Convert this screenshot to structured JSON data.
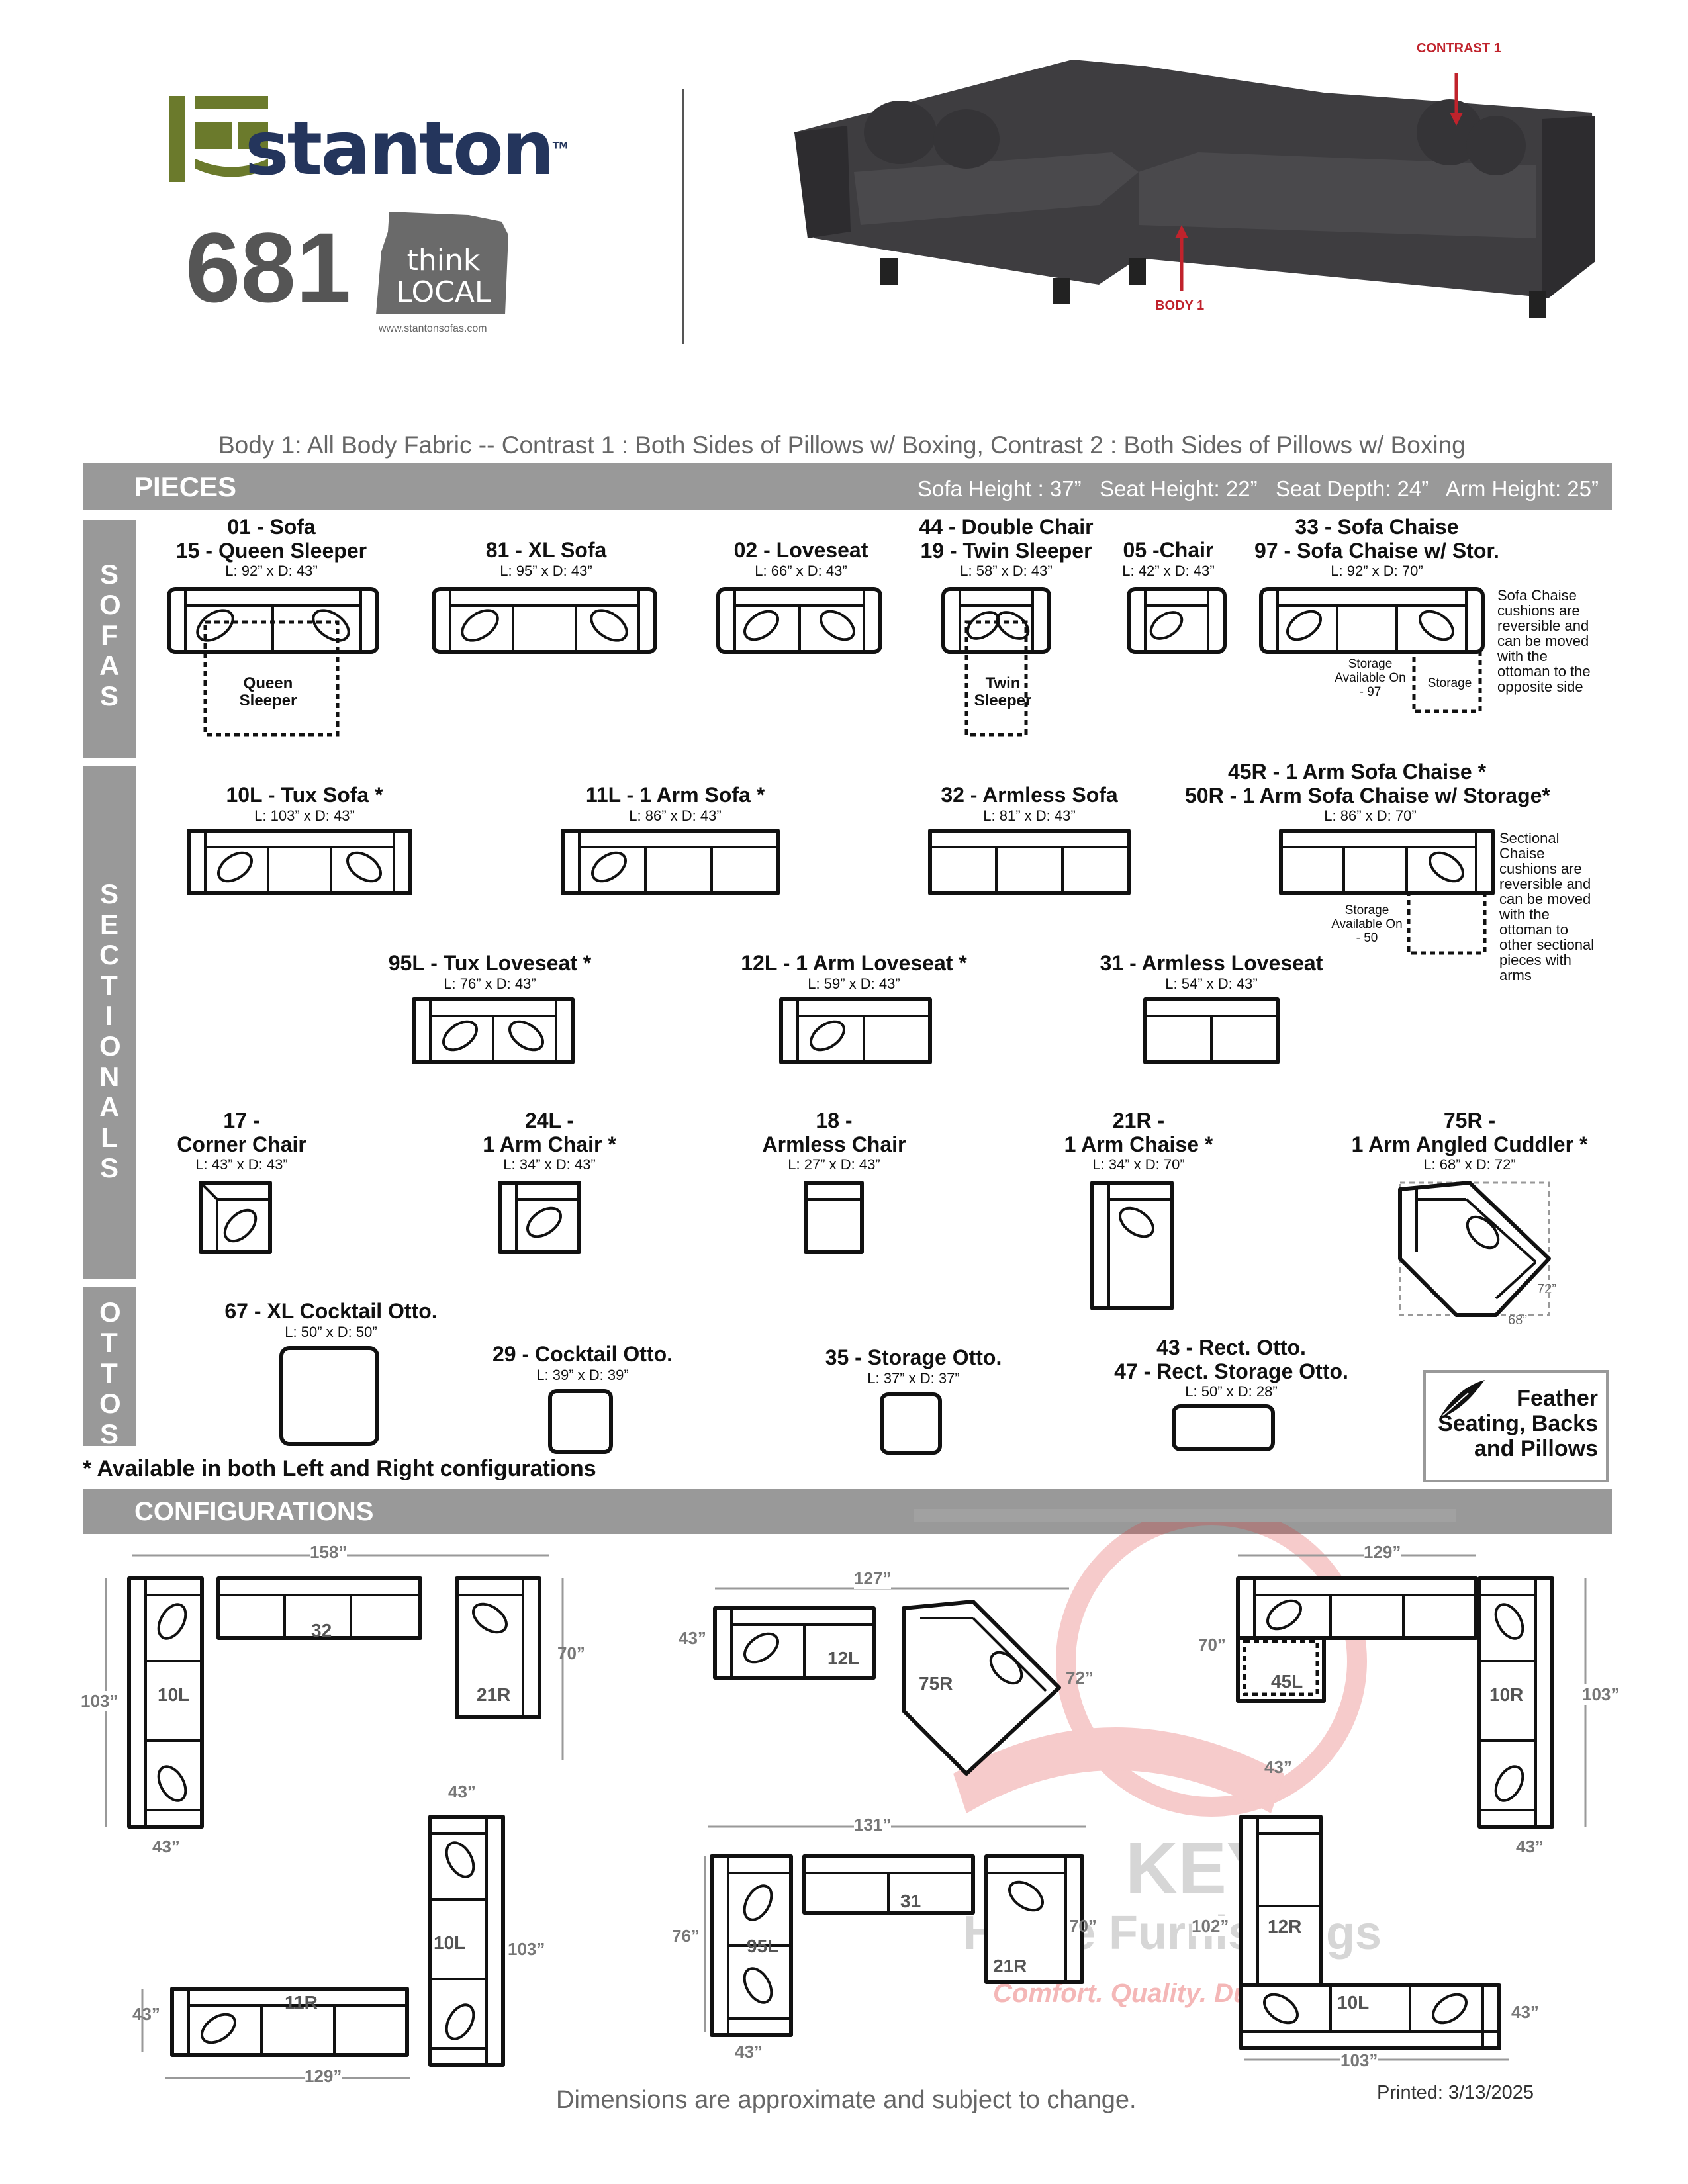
{
  "brand": {
    "name": "stanton",
    "tm": "TM",
    "model": "681",
    "think": "think",
    "local": "LOCAL",
    "website": "www.stantonsofas.com"
  },
  "photo": {
    "contrast_label": "CONTRAST 1",
    "body_label": "BODY 1"
  },
  "fabric_caption": "Body 1: All Body Fabric -- Contrast 1 : Both Sides of Pillows w/ Boxing, Contrast 2 : Both Sides of Pillows w/ Boxing",
  "pieces_band": {
    "title": "PIECES",
    "specs": "Sofa Height : 37”   Seat Height: 22”   Seat Depth: 24”   Arm Height: 25”"
  },
  "side_labels": {
    "sofas": "SOFAS",
    "sectionals": "SECTIONALS",
    "ottos": "OTTOS"
  },
  "pieces": {
    "sofa": {
      "title": "01 - Sofa",
      "title2": "15 - Queen Sleeper",
      "dims": "L: 92” x D: 43”",
      "sleeper": "Queen Sleeper"
    },
    "xl_sofa": {
      "title": "81 - XL Sofa",
      "dims": "L: 95” x D: 43”"
    },
    "loveseat": {
      "title": "02 - Loveseat",
      "dims": "L: 66” x D: 43”"
    },
    "double_chair": {
      "title": "44 - Double Chair",
      "title2": "19 - Twin Sleeper",
      "dims": "L: 58” x D: 43”",
      "sleeper": "Twin Sleeper"
    },
    "chair": {
      "title": "05 -Chair",
      "dims": "L: 42” x D: 43”"
    },
    "sofa_chaise": {
      "title": "33 - Sofa Chaise",
      "title2": "97 - Sofa Chaise w/ Stor.",
      "dims": "L: 92” x D: 70”",
      "storage_avail": "Storage Available On - 97",
      "storage": "Storage",
      "note": "Sofa Chaise cushions are reversible and can be moved with the ottoman to the opposite side"
    },
    "tux_sofa": {
      "title": "10L - Tux Sofa *",
      "dims": "L: 103” x D: 43”"
    },
    "one_arm_sofa": {
      "title": "11L - 1 Arm Sofa *",
      "dims": "L: 86” x D: 43”"
    },
    "armless_sofa": {
      "title": "32 - Armless Sofa",
      "dims": "L: 81” x D: 43”"
    },
    "one_arm_chaise_sofa": {
      "title": "45R - 1 Arm Sofa Chaise *",
      "title2": "50R - 1 Arm Sofa Chaise w/ Storage*",
      "dims": "L: 86” x D: 70”",
      "storage_avail": "Storage Available On - 50",
      "note": "Sectional Chaise cushions are reversible and can be moved with the ottoman to other sectional pieces with arms"
    },
    "tux_loveseat": {
      "title": "95L - Tux Loveseat *",
      "dims": "L: 76” x D: 43”"
    },
    "one_arm_loveseat": {
      "title": "12L - 1 Arm Loveseat *",
      "dims": "L: 59” x D: 43”"
    },
    "armless_loveseat": {
      "title": "31 - Armless Loveseat",
      "dims": "L: 54” x D: 43”"
    },
    "corner_chair": {
      "title": "17 -",
      "title2": "Corner Chair",
      "dims": "L: 43” x D: 43”"
    },
    "one_arm_chair": {
      "title": "24L -",
      "title2": "1 Arm Chair *",
      "dims": "L: 34” x D: 43”"
    },
    "armless_chair": {
      "title": "18 -",
      "title2": "Armless Chair",
      "dims": "L: 27” x D: 43”"
    },
    "one_arm_chaise": {
      "title": "21R -",
      "title2": "1 Arm Chaise *",
      "dims": "L: 34” x D: 70”"
    },
    "cuddler": {
      "title": "75R -",
      "title2": "1 Arm Angled Cuddler *",
      "dims": "L: 68” x D: 72”",
      "d1": "72”",
      "d2": "68”"
    },
    "xl_cocktail": {
      "title": "67 - XL Cocktail Otto.",
      "dims": "L: 50” x D: 50”"
    },
    "cocktail": {
      "title": "29 - Cocktail Otto.",
      "dims": "L: 39” x D: 39”"
    },
    "storage_otto": {
      "title": "35 - Storage Otto.",
      "dims": "L: 37” x D: 37”"
    },
    "rect_otto": {
      "title": "43 - Rect. Otto.",
      "title2": "47 - Rect. Storage Otto.",
      "dims": "L: 50” x D: 28”"
    }
  },
  "feather": {
    "l1": "Feather",
    "l2": "Seating, Backs",
    "l3": "and Pillows"
  },
  "footnote": "* Available in both Left and Right configurations",
  "config_band": {
    "title": "CONFIGURATIONS"
  },
  "configs": {
    "c1": {
      "width": "158”",
      "height": "103”",
      "chaise": "70”",
      "depth": "43”",
      "p1": "32",
      "p2": "10L",
      "p3": "21R"
    },
    "c2": {
      "width": "127”",
      "depth": "43”",
      "cuddler": "72”",
      "p1": "12L",
      "p2": "75R"
    },
    "c3": {
      "width": "129”",
      "chaise": "70”",
      "height": "103”",
      "depth": "43”",
      "p1": "45L",
      "p2": "10R"
    },
    "c4": {
      "width": "129”",
      "height": "103”",
      "depth": "43”",
      "depth2": "43”",
      "p1": "11R",
      "p2": "10L"
    },
    "c5": {
      "width": "131”",
      "left": "76”",
      "chaise": "70”",
      "depth": "43”",
      "p1": "31",
      "p2": "95L",
      "p3": "21R"
    },
    "c6": {
      "height": "102”",
      "width": "103”",
      "depth": "43”",
      "depth2": "43”",
      "p1": "12R",
      "p2": "10L"
    }
  },
  "watermark": {
    "l1": "KEY",
    "l2": "Home Furnishings",
    "l3": "Comfort. Quality. Durability."
  },
  "footer": {
    "disclaimer": "Dimensions are approximate and subject to change.",
    "printed": "Printed: 3/13/2025"
  }
}
